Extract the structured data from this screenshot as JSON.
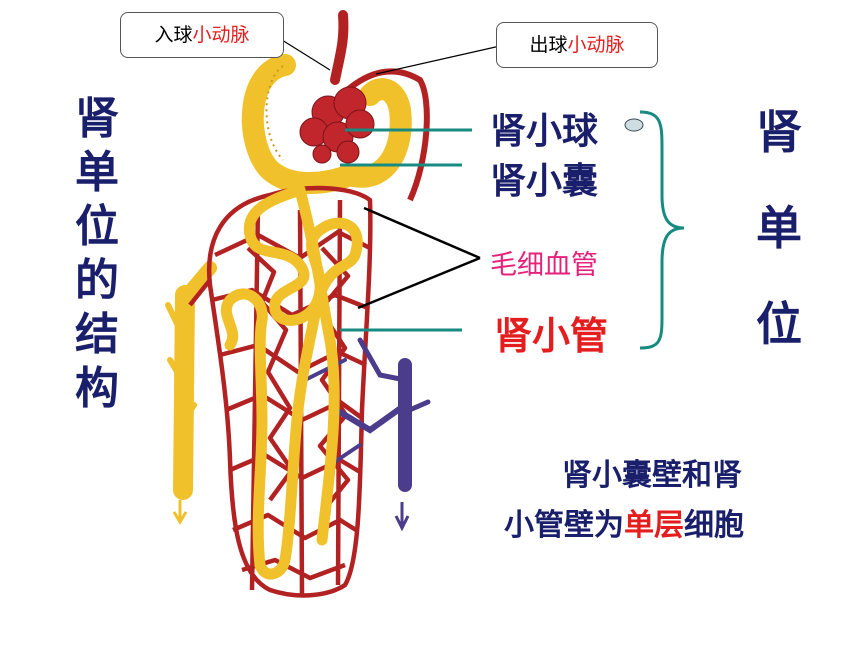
{
  "title_chars": [
    "肾",
    "单",
    "位",
    "的",
    "结",
    "构"
  ],
  "right_chars": [
    "肾",
    "单",
    "位"
  ],
  "callout_left": {
    "prefix": "入球",
    "highlight": "小动脉"
  },
  "callout_right": {
    "prefix": "出球",
    "highlight": "小动脉"
  },
  "labels": {
    "glomerulus": "肾小球",
    "capsule": "肾小囊",
    "capillary": "毛细血管",
    "tubule": "肾小管"
  },
  "note": {
    "line1": "肾小囊壁和肾",
    "line2_a": "小管壁为",
    "line2_b": "单层",
    "line2_c": "细胞"
  },
  "colors": {
    "title": "#1a1f6b",
    "highlight": "#e41e1e",
    "capillary_label": "#e6217a",
    "leader_teal": "#178a82",
    "artery": "#b22222",
    "vein": "#4b3c8c",
    "tubule": "#f0c12a"
  }
}
